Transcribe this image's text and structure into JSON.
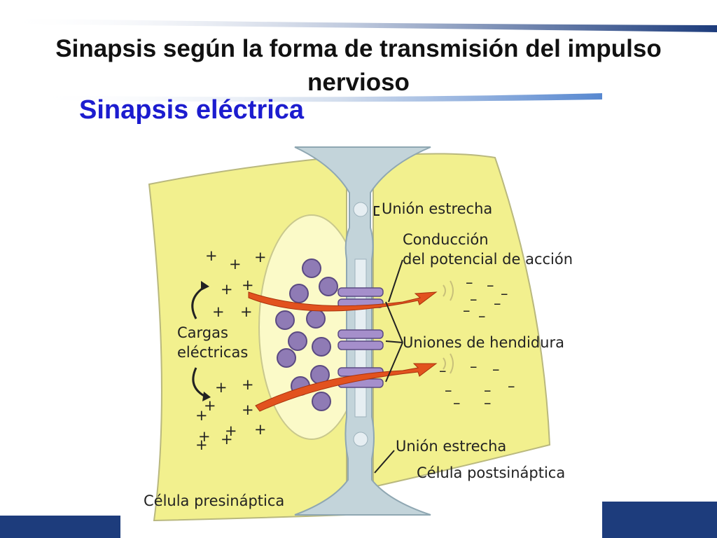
{
  "slide": {
    "title_line1": "Sinapsis según la forma de transmisión del impulso",
    "title_line2": "nervioso",
    "subtitle": "Sinapsis eléctrica"
  },
  "diagram": {
    "labels": {
      "union_estrecha_top": "Unión estrecha",
      "conduccion_line1": "Conducción",
      "conduccion_line2": "del potencial de acción",
      "cargas_line1": "Cargas",
      "cargas_line2": "eléctricas",
      "uniones_hendidura": "Uniones de hendidura",
      "union_estrecha_bottom": "Unión estrecha",
      "celula_postsinaptica": "Célula postsináptica",
      "celula_presinaptica": "Célula presináptica"
    },
    "charge_symbols": {
      "positive": "+",
      "negative": "–"
    }
  },
  "colors": {
    "title": "#111111",
    "subtitle": "#1c1ccf",
    "accent_bar": "#1d3c7c",
    "cell": "#f2f08e",
    "membrane": "#c3d4da",
    "vesicle": "#8f7bb5",
    "arrow": "#e2521e"
  }
}
